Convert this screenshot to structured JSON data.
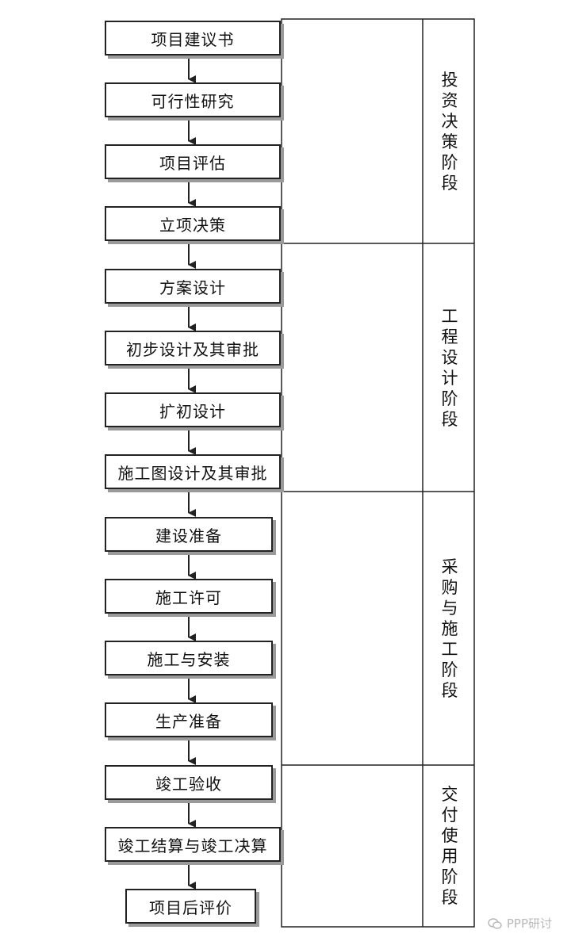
{
  "steps": [
    "项目建议书",
    "可行性研究",
    "项目评估",
    "立项决策",
    "方案设计",
    "初步设计及其审批",
    "扩初设计",
    "施工图设计及其审批",
    "建设准备",
    "施工许可",
    "施工与安装",
    "生产准备",
    "竣工验收",
    "竣工结算与竣工决算",
    "项目后评价"
  ],
  "phases": [
    {
      "label": "投资决策阶段",
      "chars": [
        "投",
        "资",
        "决",
        "策",
        "阶",
        "段"
      ]
    },
    {
      "label": "工程设计阶段",
      "chars": [
        "工",
        "程",
        "设",
        "计",
        "阶",
        "段"
      ]
    },
    {
      "label": "采购与施工阶段",
      "chars": [
        "采",
        "购",
        "与",
        "施",
        "工",
        "阶",
        "段"
      ]
    },
    {
      "label": "交付使用阶段",
      "chars": [
        "交",
        "付",
        "使",
        "用",
        "阶",
        "段"
      ]
    }
  ],
  "watermark": "PPP研讨",
  "colors": {
    "line": "#222222",
    "shadow": "#9a9a9a",
    "text": "#111111",
    "watermark": "#b8b8b8"
  }
}
